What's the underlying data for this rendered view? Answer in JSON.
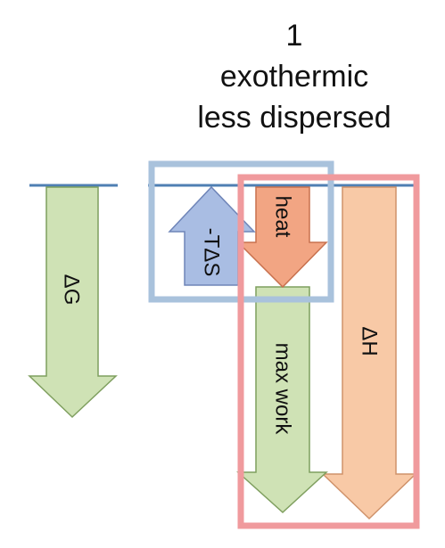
{
  "title": {
    "number": "1",
    "line1": "exothermic",
    "line2": "less dispersed"
  },
  "labels": {
    "delta_g": "ΔG",
    "minus_t_delta_s": "-TΔS",
    "heat": "heat",
    "max_work": "max work",
    "delta_h": "ΔH"
  },
  "colors": {
    "green_fill": "#cfe2b5",
    "green_stroke": "#7f9f5f",
    "blue_fill": "#a9bde3",
    "blue_stroke": "#6f85b8",
    "heat_fill": "#f2a583",
    "heat_stroke": "#c8714e",
    "peach_fill": "#f8c9a6",
    "peach_stroke": "#cf926a",
    "baseline": "#4f7fb3",
    "blue_box": "#a9c2dc",
    "red_box": "#f09a9d"
  }
}
